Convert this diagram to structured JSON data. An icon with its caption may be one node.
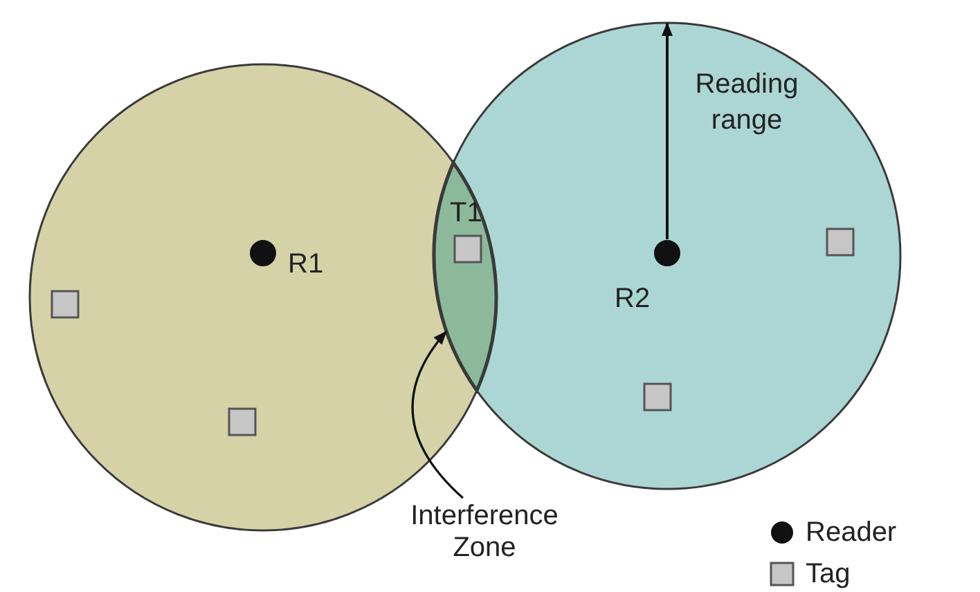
{
  "diagram": {
    "nodes": [
      {
        "text": [],
        "shape": "circle"
      },
      {
        "text": [],
        "shape": "circle"
      },
      {
        "text": [],
        "shape": "box",
        "in": 10,
        "beside": [
          "T1"
        ]
      },
      {
        "text": [],
        "shape": "circle",
        "in": 0,
        "beside": [
          "R1"
        ]
      },
      {
        "text": [],
        "shape": "circle",
        "in": 1,
        "beside": [
          "R2"
        ]
      },
      {
        "text": [],
        "shape": "box",
        "in": 0
      },
      {
        "text": [],
        "shape": "box",
        "in": 1
      },
      {
        "text": [],
        "shape": "box",
        "in": 0
      },
      {
        "text": [],
        "shape": "box",
        "in": 1
      },
      {
        "text": [
          "Interference Zone"
        ]
      },
      {
        "text": [],
        "shape": "lens"
      }
    ],
    "edges": [
      {
        "from": 9,
        "to": 10,
        "arrow": "to"
      },
      {
        "from": 4,
        "to": 1,
        "arrow": "to",
        "label": "Reading range"
      }
    ],
    "legend": [
      {
        "text": "Reader"
      },
      {
        "text": "Tag"
      }
    ]
  }
}
